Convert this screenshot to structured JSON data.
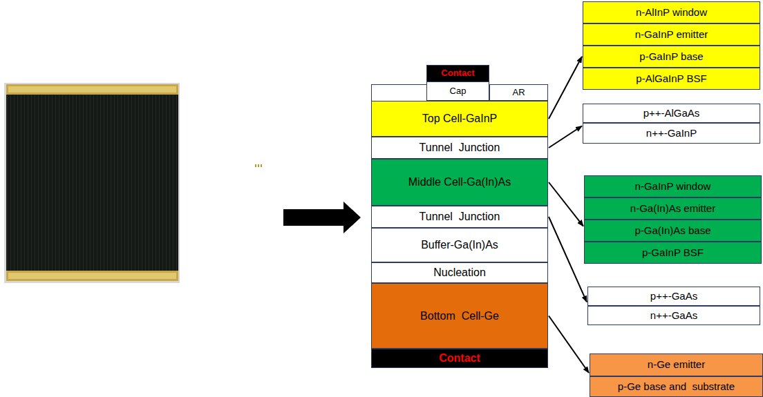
{
  "diagram": {
    "nodes": [
      {
        "text": [
          "Contact"
        ]
      },
      {
        "text": [
          "Cap"
        ]
      },
      {
        "text": [
          "AR"
        ]
      },
      {
        "text": [
          "Top Cell-GaInP"
        ]
      },
      {
        "text": [
          "Tunnel  Junction"
        ]
      },
      {
        "text": [
          "Middle Cell-Ga(In)As"
        ]
      },
      {
        "text": [
          "Tunnel  Junction"
        ]
      },
      {
        "text": [
          "Buffer-Ga(In)As"
        ]
      },
      {
        "text": [
          "Nucleation"
        ]
      },
      {
        "text": [
          "Bottom  Cell-Ge"
        ]
      },
      {
        "text": [
          "Contact"
        ]
      },
      {
        "text": [
          "n-AlInP window"
        ]
      },
      {
        "text": [
          "n-GaInP emitter"
        ]
      },
      {
        "text": [
          "p-GaInP base"
        ]
      },
      {
        "text": [
          "p-AlGaInP BSF"
        ]
      },
      {
        "text": [
          "p++-AlGaAs"
        ]
      },
      {
        "text": [
          "n++-GaInP"
        ]
      },
      {
        "text": [
          "n-GaInP window"
        ]
      },
      {
        "text": [
          "n-Ga(In)As emitter"
        ]
      },
      {
        "text": [
          "p-Ga(In)As base"
        ]
      },
      {
        "text": [
          "p-GaInP BSF"
        ]
      },
      {
        "text": [
          "p++-GaAs"
        ]
      },
      {
        "text": [
          "n++-GaAs"
        ]
      },
      {
        "text": [
          "n-Ge emitter"
        ]
      },
      {
        "text": [
          "p-Ge base and  substrate"
        ]
      }
    ],
    "edges": [
      {
        "from": 3,
        "to": 13,
        "arrow": "to"
      },
      {
        "from": 4,
        "to": 16,
        "arrow": "to"
      },
      {
        "from": 5,
        "to": 19,
        "arrow": "to"
      },
      {
        "from": 6,
        "to": 21,
        "arrow": "to"
      },
      {
        "from": 9,
        "to": 23,
        "arrow": "to"
      }
    ]
  }
}
